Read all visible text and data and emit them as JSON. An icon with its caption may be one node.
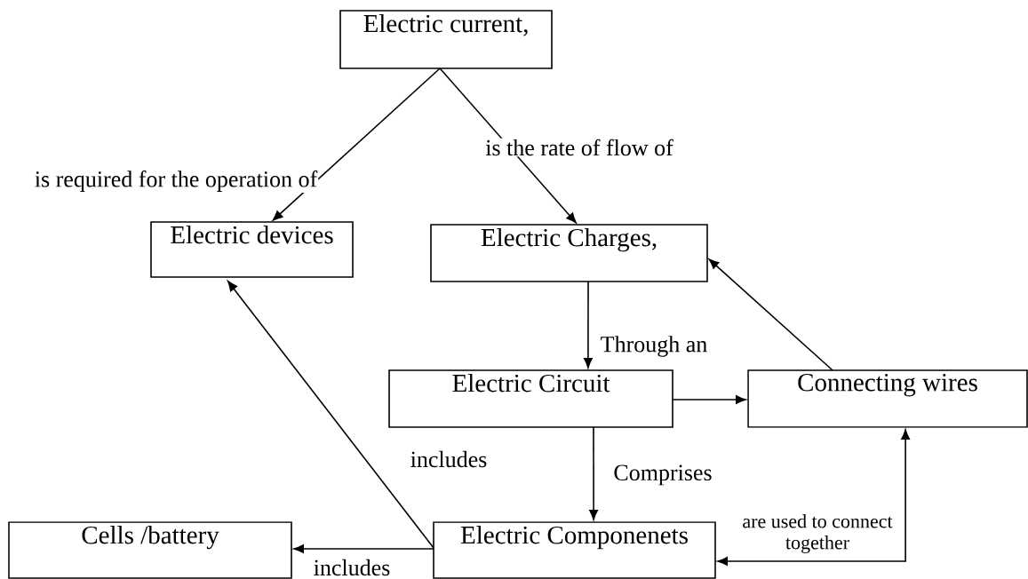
{
  "diagram": {
    "nodes": [
      {
        "text": [
          "Electric current,"
        ]
      },
      {
        "text": [
          "Electric devices"
        ]
      },
      {
        "text": [
          "Electric Charges,"
        ]
      },
      {
        "text": [
          "Electric Circuit"
        ]
      },
      {
        "text": [
          "Connecting wires"
        ]
      },
      {
        "text": [
          "Cells /battery"
        ]
      },
      {
        "text": [
          "Electric Componenets"
        ]
      }
    ],
    "edges": [
      {
        "from": 0,
        "to": 1,
        "arrow": "to",
        "label": "is required for the operation of"
      },
      {
        "from": 0,
        "to": 2,
        "arrow": "to",
        "label": "is the rate of flow of"
      },
      {
        "from": 2,
        "to": 3,
        "arrow": "to",
        "label": "Through an"
      },
      {
        "from": 3,
        "to": 4,
        "arrow": "to"
      },
      {
        "from": 4,
        "to": 2,
        "arrow": "to"
      },
      {
        "from": 6,
        "to": 1,
        "arrow": "to",
        "label": "includes"
      },
      {
        "from": 3,
        "to": 6,
        "arrow": "to",
        "label": "Comprises"
      },
      {
        "from": 6,
        "to": 5,
        "arrow": "to",
        "label": "includes"
      },
      {
        "from": 6,
        "to": 4,
        "arrow": "both",
        "label": "are used to connect together"
      }
    ]
  }
}
